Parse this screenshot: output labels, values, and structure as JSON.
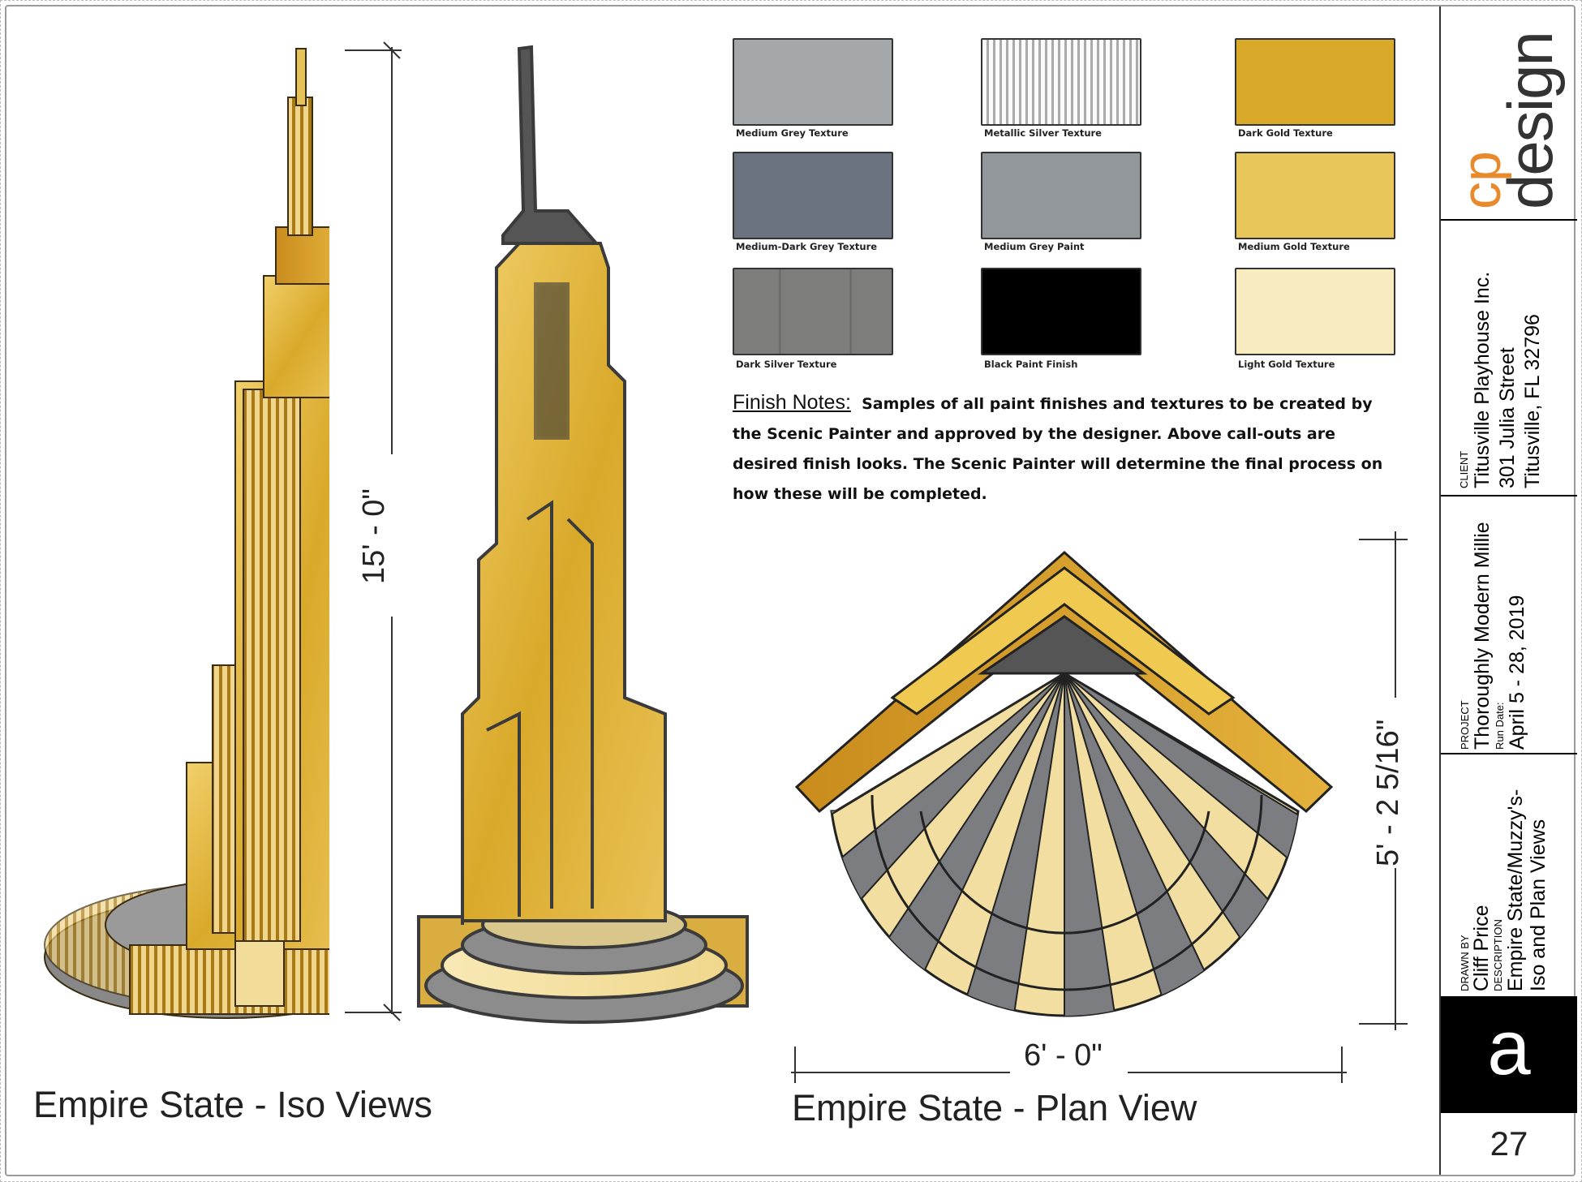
{
  "swatches": [
    {
      "label": "Medium Grey Texture",
      "color": "#a4a8ab"
    },
    {
      "label": "Metallic Silver Texture",
      "color": "#d8d8d8"
    },
    {
      "label": "Dark Gold Texture",
      "color": "#d9a92a"
    },
    {
      "label": "Medium-Dark  Grey Texture",
      "color": "#6b7280"
    },
    {
      "label": "Medium Grey Paint",
      "color": "#92979b"
    },
    {
      "label": "Medium Gold Texture",
      "color": "#e8c65a"
    },
    {
      "label": "Dark Silver Texture",
      "color": "#7d7d7b"
    },
    {
      "label": "Black Paint Finish",
      "color": "#000000"
    },
    {
      "label": "Light Gold Texture",
      "color": "#f8ebbf"
    }
  ],
  "notes": {
    "heading": "Finish Notes:",
    "body": "Samples of all paint finishes and textures to be created by the Scenic Painter and approved by the designer.  Above call-outs are desired finish looks.  The Scenic Painter will determine the final process on how these will be completed."
  },
  "views": {
    "iso_caption": "Empire State - Iso Views",
    "iso_height_dim": "15' - 0\"",
    "plan_caption": "Empire State - Plan View",
    "plan_width_dim": "6' - 0\"",
    "plan_depth_dim": "5' - 2 5/16\""
  },
  "title_block": {
    "logo_cp": "cp",
    "logo_design": "design",
    "client_label": "CLIENT",
    "client_name": "Titusville Playhouse Inc.",
    "client_street": "301 Julia Street",
    "client_city": "Titusville, FL  32796",
    "project_label": "PROJECT",
    "project_name": "Thoroughly Modern Millie",
    "run_date_label": "Run Date:",
    "run_date": "April 5 - 28, 2019",
    "drawn_by_label": "DRAWN BY",
    "drawn_by": "Cliff Price",
    "description_label": "DESCRIPTION",
    "description_line1": "Empire State/Muzzy's-",
    "description_line2": "Iso and Plan Views",
    "sheet_letter": "a",
    "sheet_number": "27"
  },
  "colors": {
    "gold": "#d9a92a",
    "light_gold": "#f3dc95",
    "grey": "#7b7d80",
    "outline": "#333333",
    "logo_orange": "#e8892b"
  }
}
